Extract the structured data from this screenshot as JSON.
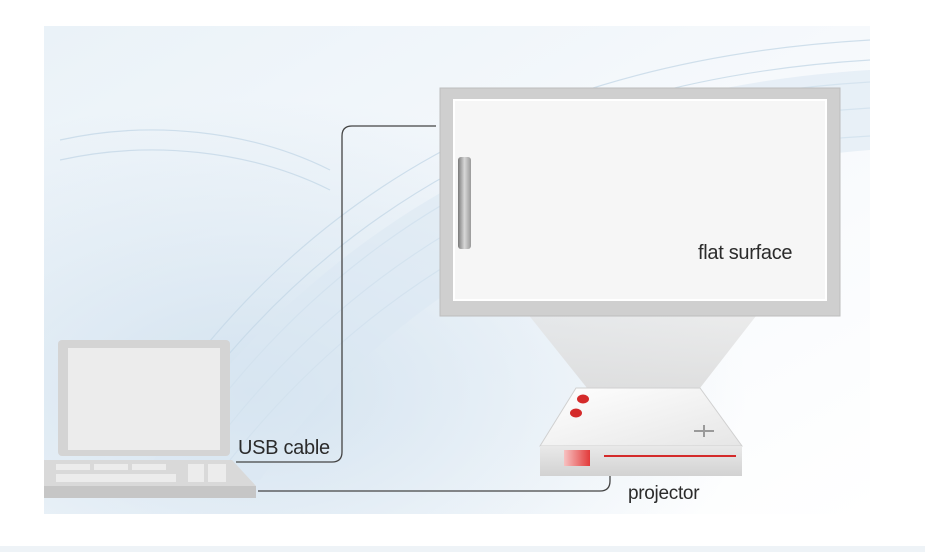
{
  "labels": {
    "flat_surface": "flat surface",
    "usb_cable": "USB cable",
    "projector": "projector"
  },
  "colors": {
    "background_light_blue": "#e3eef5",
    "swoosh_blue": "#c9dcea",
    "device_gray": "#d6d6d6",
    "device_frame_light": "#f4f4f4",
    "accent_red": "#d42a2a",
    "cable": "#444444"
  },
  "icons": [
    "laptop-icon",
    "whiteboard-icon",
    "projector-icon",
    "usb-cable-icon"
  ]
}
